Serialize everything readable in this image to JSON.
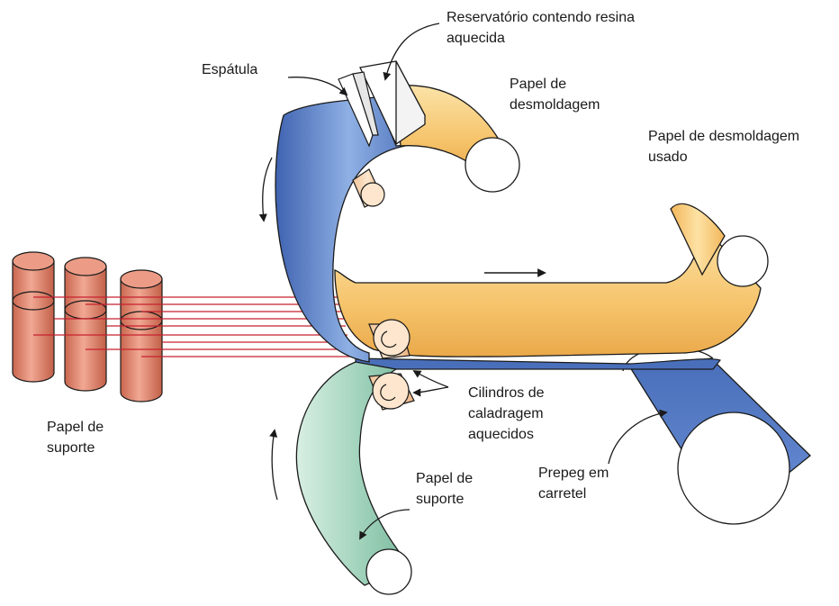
{
  "labels": {
    "reservoir": [
      "Reservatório contendo resina",
      "aquecida"
    ],
    "spatula": "Espátula",
    "release_paper": [
      "Papel de",
      "desmoldagem"
    ],
    "used_release_paper": [
      "Papel de desmoldagem",
      "usado"
    ],
    "backing_paper_left": [
      "Papel de",
      "suporte"
    ],
    "calender_rolls": [
      "Cilindros de",
      "caladragem",
      "aquecidos"
    ],
    "prepreg_reel": [
      "Prepeg em",
      "carretel"
    ],
    "backing_paper_bottom": [
      "Papel de",
      "suporte"
    ]
  },
  "colors": {
    "blue_sheet": "#5b82c9",
    "orange_sheet": "#f6c46c",
    "green_sheet": "#9ccfb7",
    "fiber_spool": "#d9806a",
    "fiber_line": "#c8202f",
    "roller_end": "#ffffff",
    "outline": "#1a1a1a"
  }
}
